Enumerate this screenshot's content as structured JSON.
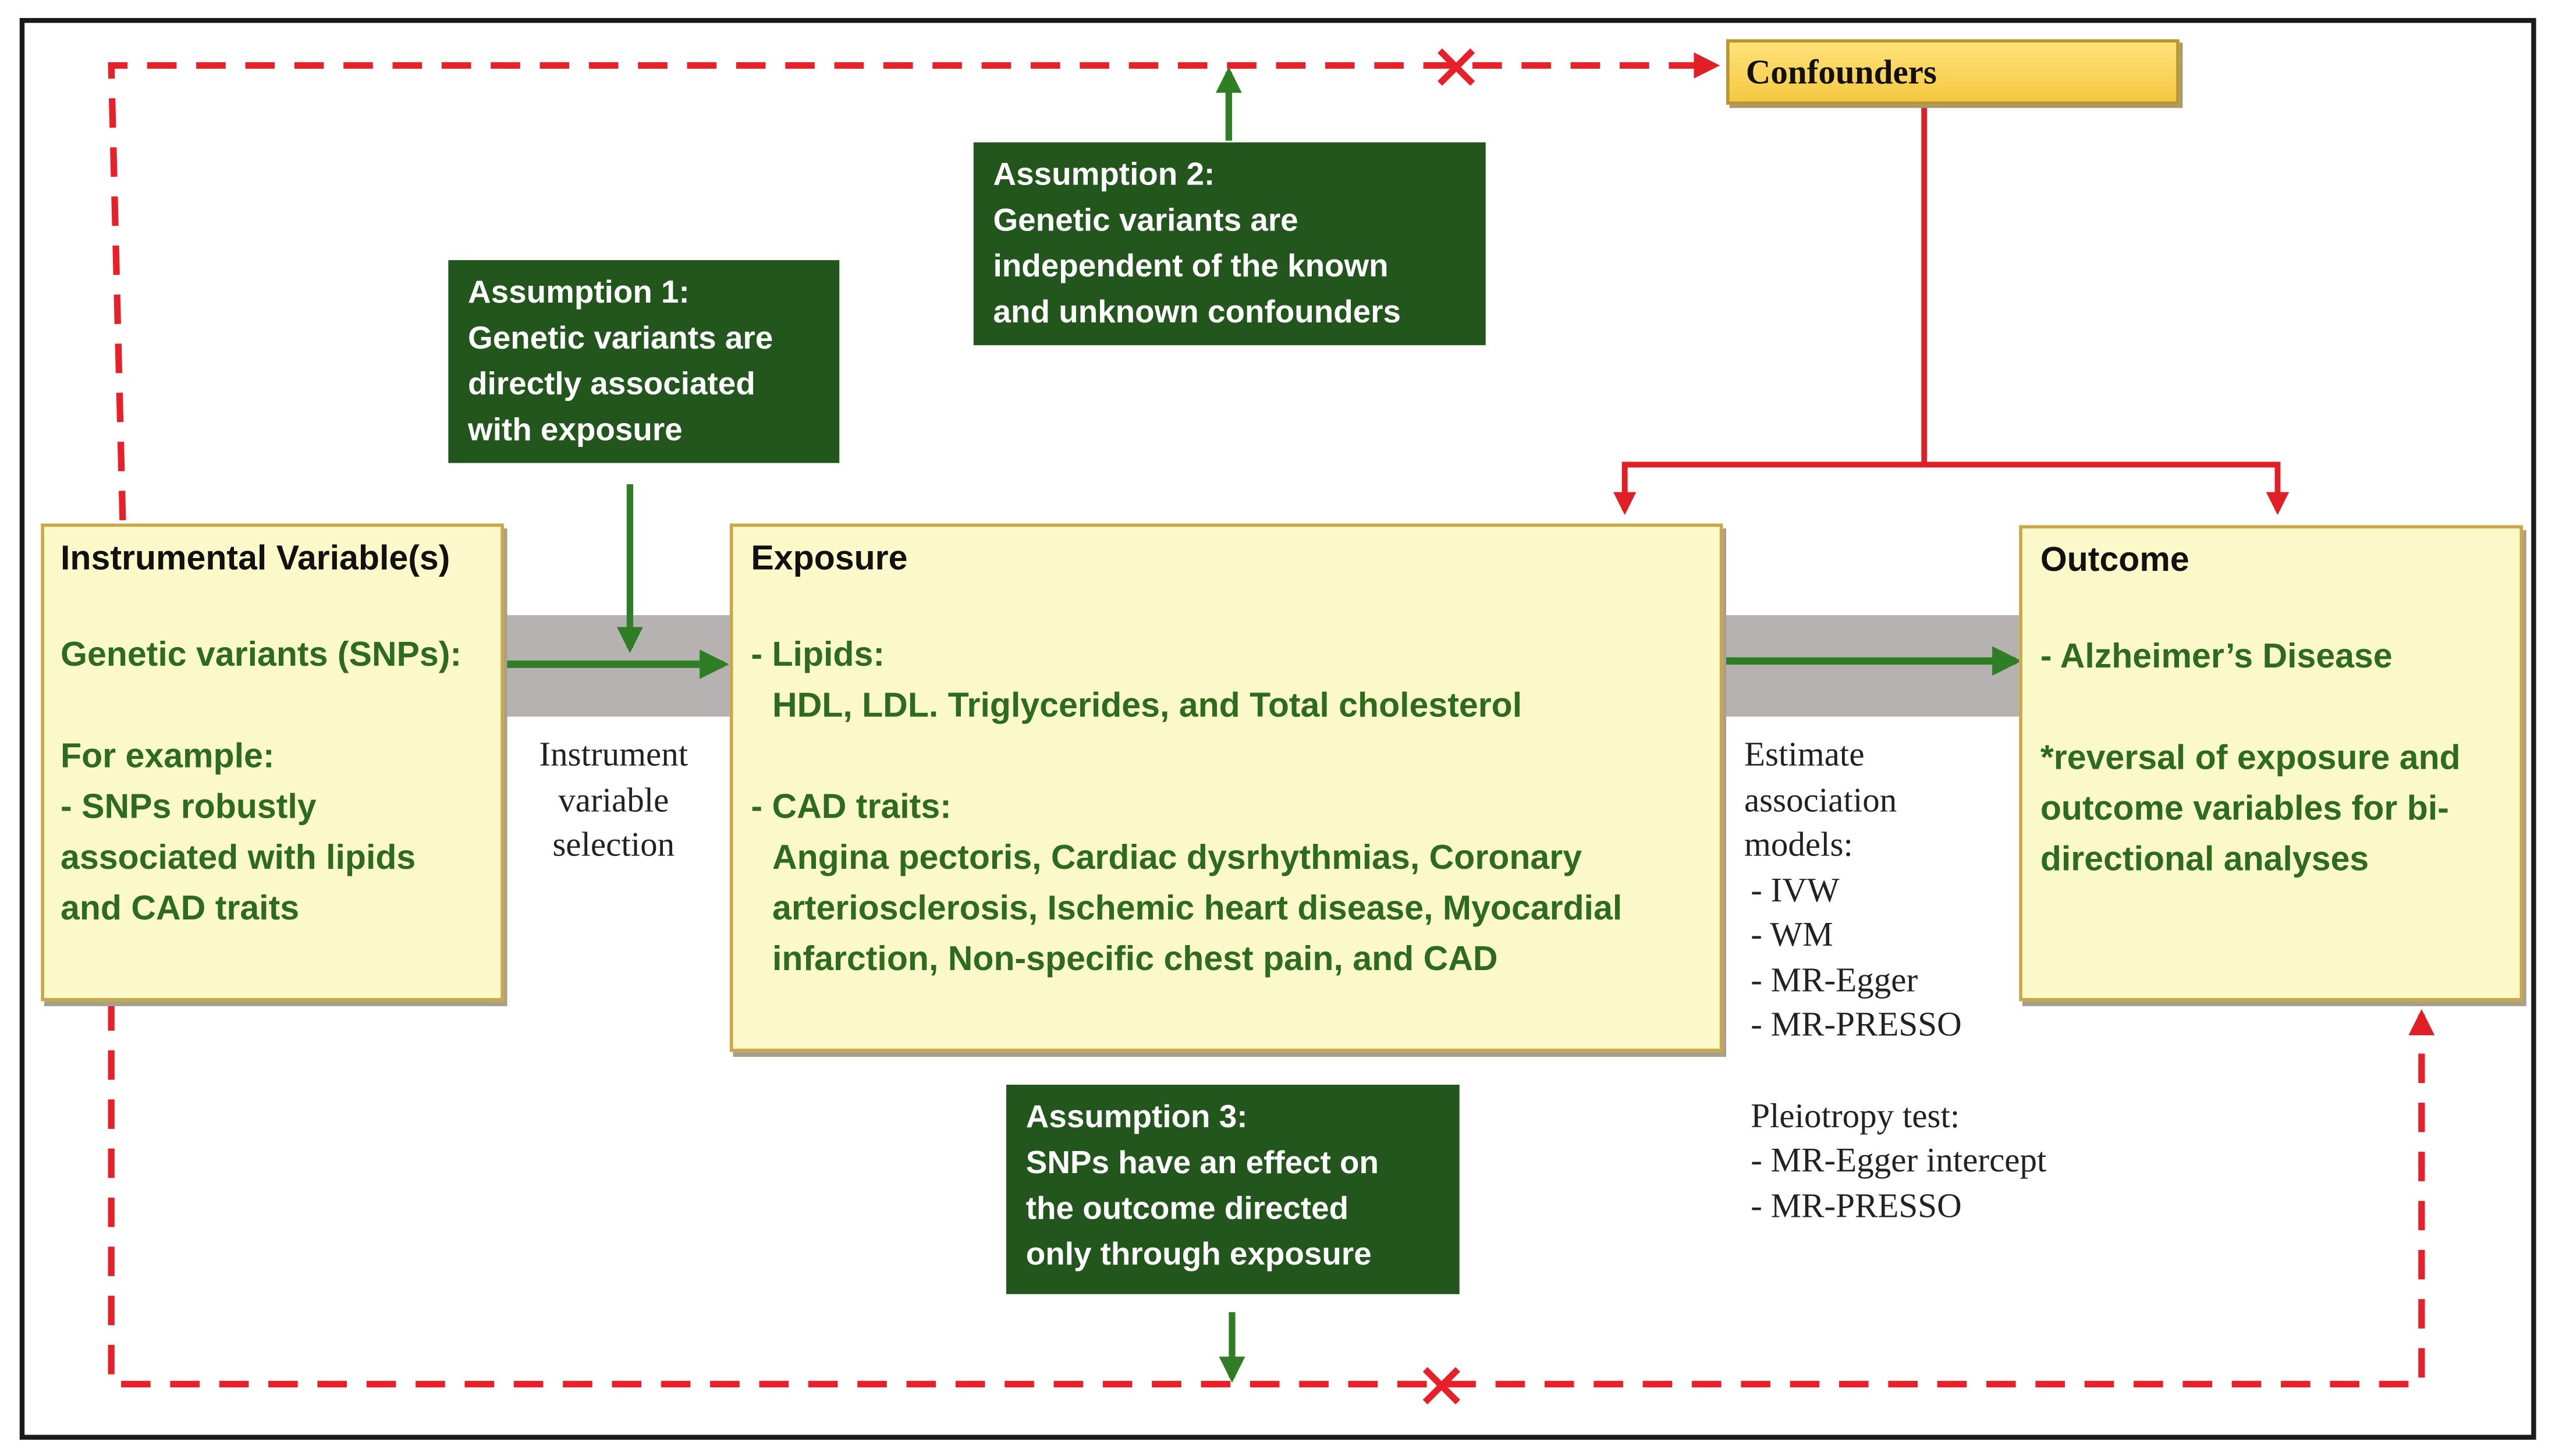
{
  "confounders": {
    "label": "Confounders"
  },
  "instrument_box": {
    "title": "Instrumental  Variable(s)",
    "lines": [
      "Genetic variants (SNPs):",
      "",
      "For example:",
      "- SNPs robustly",
      "associated  with lipids",
      "and CAD traits"
    ]
  },
  "exposure_box": {
    "title": "Exposure",
    "lines": [
      "- Lipids:",
      "  HDL, LDL. Triglycerides, and Total cholesterol",
      "",
      "- CAD traits:",
      "  Angina pectoris, Cardiac dysrhythmias, Coronary",
      "  arteriosclerosis, Ischemic heart disease, Myocardial",
      "  infarction, Non-specific chest pain, and CAD"
    ]
  },
  "outcome_box": {
    "title": "Outcome",
    "lines": [
      "- Alzheimer’s Disease",
      "",
      "*reversal of exposure and",
      "outcome variables for bi-",
      "directional analyses"
    ]
  },
  "assumption_1": {
    "lines": [
      "Assumption 1:",
      "Genetic variants are",
      "directly associated",
      "with exposure"
    ]
  },
  "assumption_2": {
    "lines": [
      "Assumption 2:",
      "Genetic variants are",
      "independent of the known",
      "and unknown confounders"
    ]
  },
  "assumption_3": {
    "lines": [
      "Assumption 3:",
      "SNPs have an effect on",
      "the outcome directed",
      "only through exposure"
    ]
  },
  "instrument_selection": {
    "lines": [
      "Instrument",
      "variable",
      "selection"
    ]
  },
  "estimate_models": {
    "lines": [
      "Estimate",
      "association",
      "models:",
      "- IVW",
      "- WM",
      "- MR-Egger",
      "- MR-PRESSO",
      "",
      "Pleiotropy  test:",
      "- MR-Egger  intercept",
      "- MR-PRESSO"
    ]
  },
  "colors": {
    "green_box": "#23561d",
    "green_text": "#2d6b1e",
    "arrow_green": "#2f7d25",
    "dashed_red": "#e8202a",
    "confounder_line": "#e01f26",
    "box_fill": "#fbf9c9",
    "band_gray": "#b7b2b2"
  }
}
